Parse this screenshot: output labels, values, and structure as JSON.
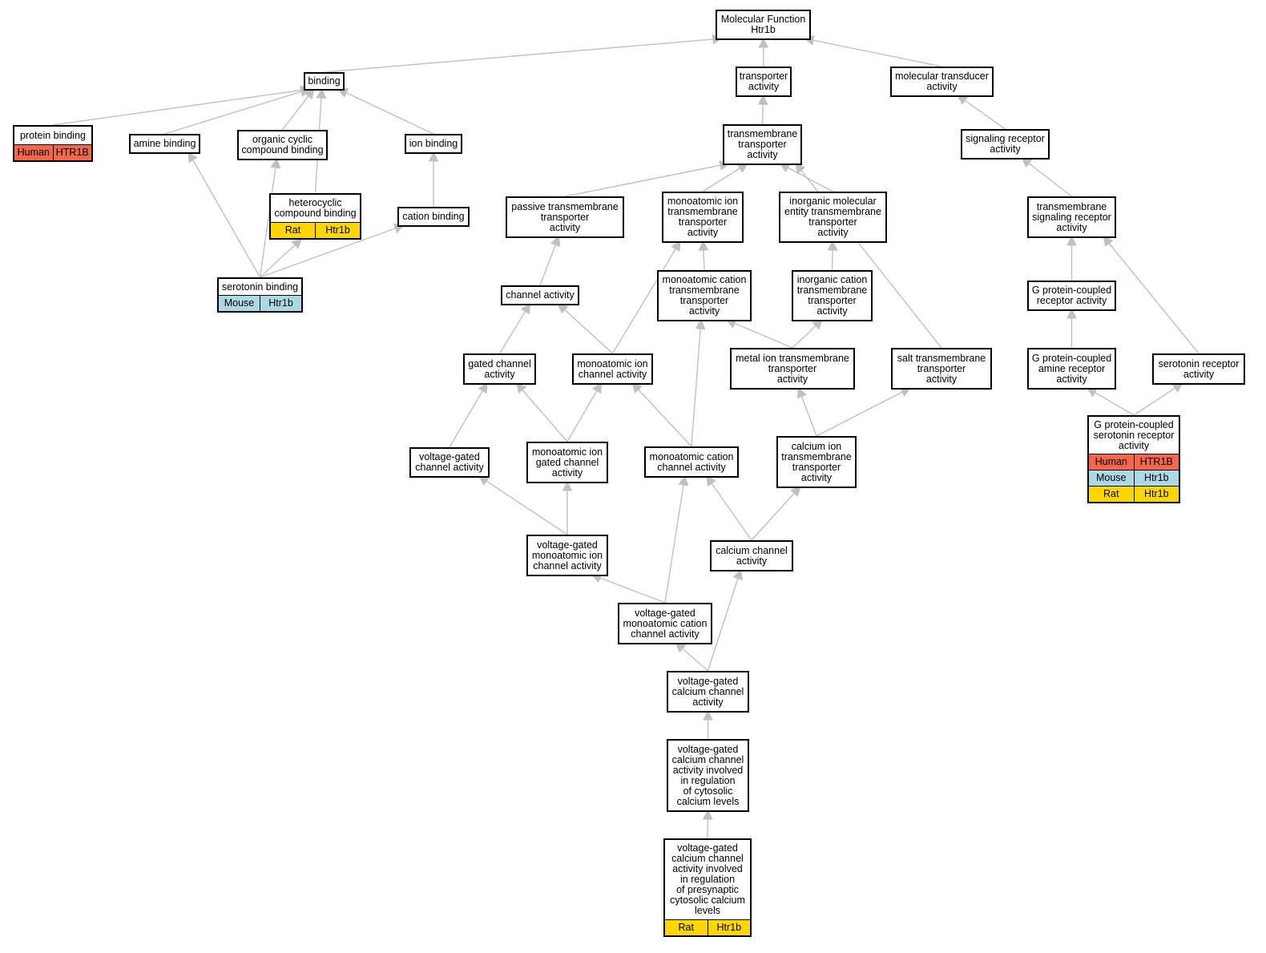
{
  "colors": {
    "edge": "#c0c0c0",
    "Human": "#f4674a",
    "Mouse": "#add8e6",
    "Rat": "#ffd700"
  },
  "nodes": [
    {
      "id": "mf",
      "label": "Molecular Function\nHtr1b"
    },
    {
      "id": "binding",
      "label": "binding"
    },
    {
      "id": "transporter",
      "label": "transporter\nactivity"
    },
    {
      "id": "moltrans",
      "label": "molecular transducer\nactivity"
    },
    {
      "id": "protbind",
      "label": "protein binding",
      "annotations": [
        {
          "species": "Human",
          "gene": "HTR1B"
        }
      ]
    },
    {
      "id": "aminebind",
      "label": "amine binding"
    },
    {
      "id": "orgcyc",
      "label": "organic cyclic\ncompound binding"
    },
    {
      "id": "ionbind",
      "label": "ion binding"
    },
    {
      "id": "tmtrans",
      "label": "transmembrane\ntransporter\nactivity"
    },
    {
      "id": "sigrec",
      "label": "signaling receptor\nactivity"
    },
    {
      "id": "hetcyc",
      "label": "heterocyclic\ncompound binding",
      "annotations": [
        {
          "species": "Rat",
          "gene": "Htr1b"
        }
      ]
    },
    {
      "id": "cationbind",
      "label": "cation binding"
    },
    {
      "id": "passive",
      "label": "passive transmembrane\ntransporter\nactivity"
    },
    {
      "id": "monoiontm",
      "label": "monoatomic ion\ntransmembrane\ntransporter\nactivity"
    },
    {
      "id": "inorgmol",
      "label": "inorganic molecular\nentity transmembrane\ntransporter\nactivity"
    },
    {
      "id": "tmsigrec",
      "label": "transmembrane\nsignaling receptor\nactivity"
    },
    {
      "id": "serobind",
      "label": "serotonin binding",
      "annotations": [
        {
          "species": "Mouse",
          "gene": "Htr1b"
        }
      ]
    },
    {
      "id": "channel",
      "label": "channel activity"
    },
    {
      "id": "monocattm",
      "label": "monoatomic cation\ntransmembrane\ntransporter\nactivity"
    },
    {
      "id": "inorgcat",
      "label": "inorganic cation\ntransmembrane\ntransporter\nactivity"
    },
    {
      "id": "gpcr",
      "label": "G protein-coupled\nreceptor activity"
    },
    {
      "id": "gated",
      "label": "gated channel\nactivity"
    },
    {
      "id": "monoionch",
      "label": "monoatomic ion\nchannel activity"
    },
    {
      "id": "metalion",
      "label": "metal ion transmembrane\ntransporter\nactivity"
    },
    {
      "id": "salttm",
      "label": "salt transmembrane\ntransporter\nactivity"
    },
    {
      "id": "gpcramine",
      "label": "G protein-coupled\namine receptor\nactivity"
    },
    {
      "id": "serorec",
      "label": "serotonin receptor\nactivity"
    },
    {
      "id": "vgch",
      "label": "voltage-gated\nchannel activity"
    },
    {
      "id": "monoiongated",
      "label": "monoatomic ion\ngated channel\nactivity"
    },
    {
      "id": "monocatch",
      "label": "monoatomic cation\nchannel activity"
    },
    {
      "id": "calciontm",
      "label": "calcium ion\ntransmembrane\ntransporter\nactivity"
    },
    {
      "id": "gpcrsero",
      "label": "G protein-coupled\nserotonin receptor\nactivity",
      "annotations": [
        {
          "species": "Human",
          "gene": "HTR1B"
        },
        {
          "species": "Mouse",
          "gene": "Htr1b"
        },
        {
          "species": "Rat",
          "gene": "Htr1b"
        }
      ]
    },
    {
      "id": "vgmonoion",
      "label": "voltage-gated\nmonoatomic ion\nchannel activity"
    },
    {
      "id": "calch",
      "label": "calcium channel\nactivity"
    },
    {
      "id": "vgmonocat",
      "label": "voltage-gated\nmonoatomic cation\nchannel activity"
    },
    {
      "id": "vgcal",
      "label": "voltage-gated\ncalcium channel\nactivity"
    },
    {
      "id": "vgcalcyto",
      "label": "voltage-gated\ncalcium channel\nactivity involved\nin regulation\nof cytosolic\ncalcium levels"
    },
    {
      "id": "vgcalpre",
      "label": "voltage-gated\ncalcium channel\nactivity involved\nin regulation\nof presynaptic\ncytosolic calcium\nlevels",
      "annotations": [
        {
          "species": "Rat",
          "gene": "Htr1b"
        }
      ]
    }
  ],
  "edges": [
    [
      "binding",
      "mf"
    ],
    [
      "transporter",
      "mf"
    ],
    [
      "moltrans",
      "mf"
    ],
    [
      "protbind",
      "binding"
    ],
    [
      "aminebind",
      "binding"
    ],
    [
      "orgcyc",
      "binding"
    ],
    [
      "ionbind",
      "binding"
    ],
    [
      "hetcyc",
      "binding"
    ],
    [
      "tmtrans",
      "transporter"
    ],
    [
      "sigrec",
      "moltrans"
    ],
    [
      "cationbind",
      "ionbind"
    ],
    [
      "passive",
      "tmtrans"
    ],
    [
      "monoiontm",
      "tmtrans"
    ],
    [
      "inorgmol",
      "tmtrans"
    ],
    [
      "salttm",
      "tmtrans"
    ],
    [
      "tmsigrec",
      "sigrec"
    ],
    [
      "serobind",
      "aminebind"
    ],
    [
      "serobind",
      "orgcyc"
    ],
    [
      "serobind",
      "hetcyc"
    ],
    [
      "serobind",
      "cationbind"
    ],
    [
      "channel",
      "passive"
    ],
    [
      "monocattm",
      "monoiontm"
    ],
    [
      "monoionch",
      "monoiontm"
    ],
    [
      "inorgcat",
      "inorgmol"
    ],
    [
      "gpcr",
      "tmsigrec"
    ],
    [
      "serorec",
      "tmsigrec"
    ],
    [
      "gated",
      "channel"
    ],
    [
      "monoionch",
      "channel"
    ],
    [
      "metalion",
      "monocattm"
    ],
    [
      "metalion",
      "inorgcat"
    ],
    [
      "monocatch",
      "monocattm"
    ],
    [
      "gpcramine",
      "gpcr"
    ],
    [
      "vgch",
      "gated"
    ],
    [
      "monoiongated",
      "gated"
    ],
    [
      "monoiongated",
      "monoionch"
    ],
    [
      "monocatch",
      "monoionch"
    ],
    [
      "calciontm",
      "metalion"
    ],
    [
      "calciontm",
      "salttm"
    ],
    [
      "gpcrsero",
      "gpcramine"
    ],
    [
      "gpcrsero",
      "serorec"
    ],
    [
      "vgmonoion",
      "vgch"
    ],
    [
      "vgmonoion",
      "monoiongated"
    ],
    [
      "calch",
      "monocatch"
    ],
    [
      "calch",
      "calciontm"
    ],
    [
      "vgmonocat",
      "vgmonoion"
    ],
    [
      "vgmonocat",
      "monocatch"
    ],
    [
      "vgcal",
      "vgmonocat"
    ],
    [
      "vgcal",
      "calch"
    ],
    [
      "vgcalcyto",
      "vgcal"
    ],
    [
      "vgcalpre",
      "vgcalcyto"
    ]
  ]
}
